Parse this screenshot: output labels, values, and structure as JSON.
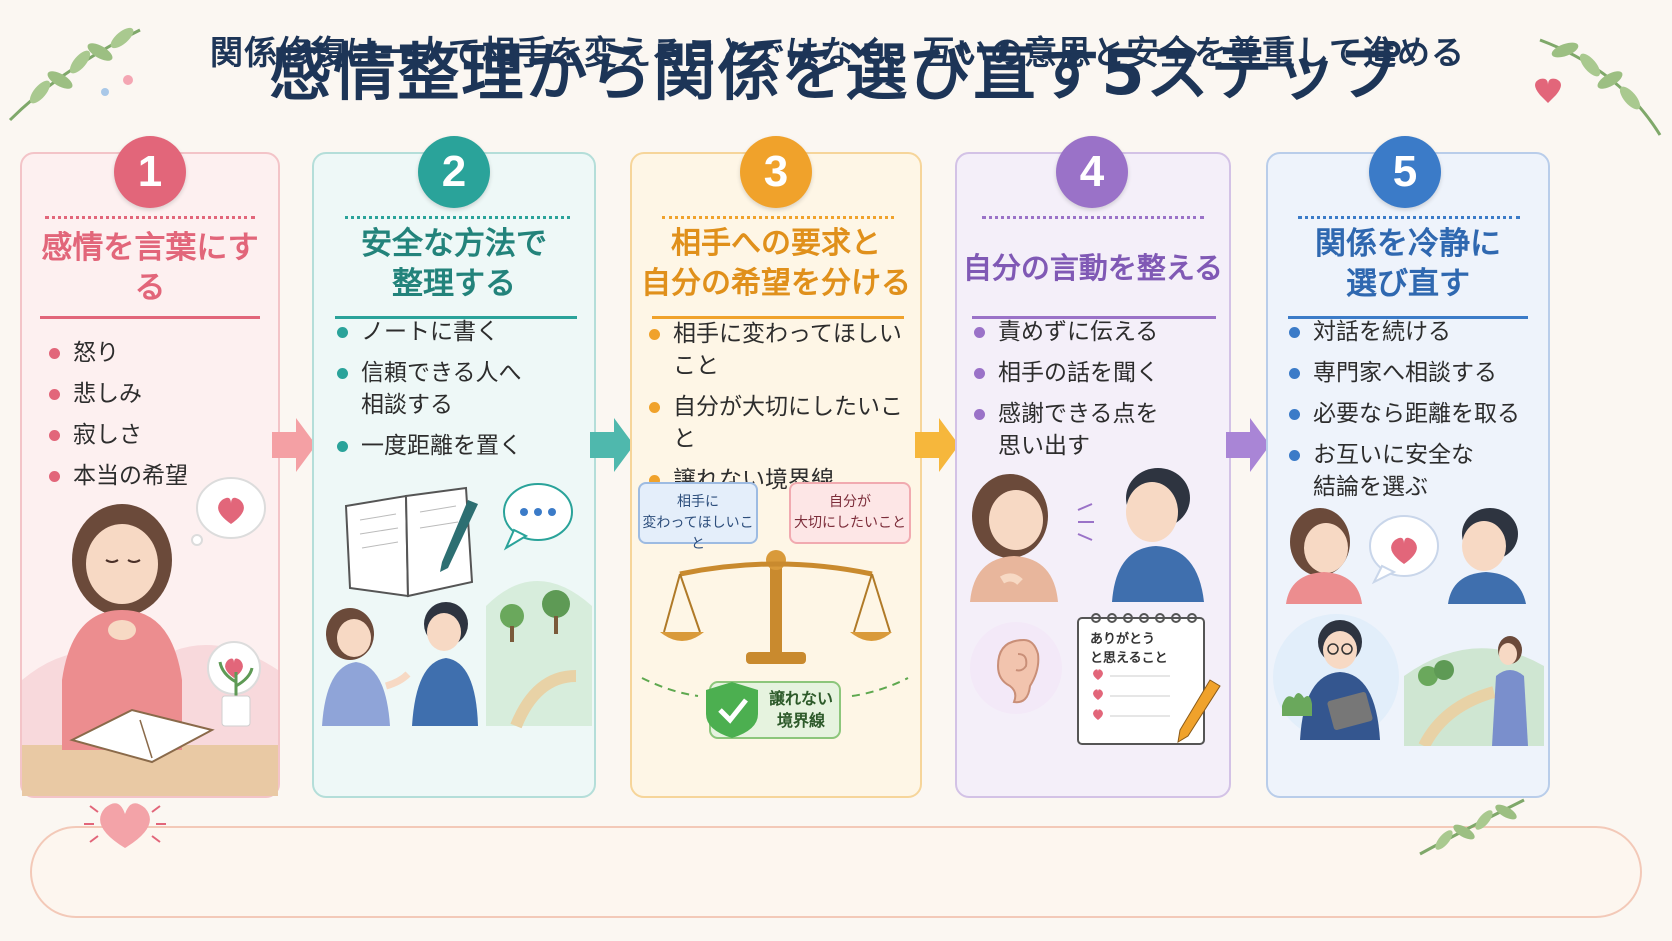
{
  "title": "感情整理から関係を選び直す5ステップ",
  "steps": [
    {
      "number": "1",
      "title": "感情を言葉にする",
      "color": "#e2667a",
      "items": [
        "怒り",
        "悲しみ",
        "寂しさ",
        "本当の希望"
      ]
    },
    {
      "number": "2",
      "title": "安全な方法で\n整理する",
      "color": "#2aa39a",
      "items": [
        "ノートに書く",
        "信頼できる人へ\n相談する",
        "一度距離を置く"
      ]
    },
    {
      "number": "3",
      "title": "相手への要求と\n自分の希望を分ける",
      "color": "#f0a22b",
      "items": [
        "相手に変わってほしいこと",
        "自分が大切にしたいこと",
        "譲れない境界線"
      ],
      "labels": {
        "left": "相手に\n変わってほしいこと",
        "right": "自分が\n大切にしたいこと",
        "shield": "譲れない\n境界線"
      }
    },
    {
      "number": "4",
      "title": "自分の言動を整える",
      "color": "#9a72c8",
      "items": [
        "責めずに伝える",
        "相手の話を聞く",
        "感謝できる点を\n思い出す"
      ],
      "notepad": "ありがとう\nと思えること"
    },
    {
      "number": "5",
      "title": "関係を冷静に\n選び直す",
      "color": "#3b7bc8",
      "items": [
        "対話を続ける",
        "専門家へ相談する",
        "必要なら距離を取る",
        "お互いに安全な\n結論を選ぶ"
      ]
    }
  ],
  "footer": "関係修復は一人で相手を変えることではなく、互いの意思と安全を尊重して進める",
  "icons": [
    "leaf-icon",
    "heart-icon",
    "arrow-right-icon",
    "notebook-icon",
    "pen-icon",
    "speech-bubble-icon",
    "scale-icon",
    "shield-check-icon",
    "ear-icon",
    "notepad-icon",
    "pencil-icon"
  ]
}
